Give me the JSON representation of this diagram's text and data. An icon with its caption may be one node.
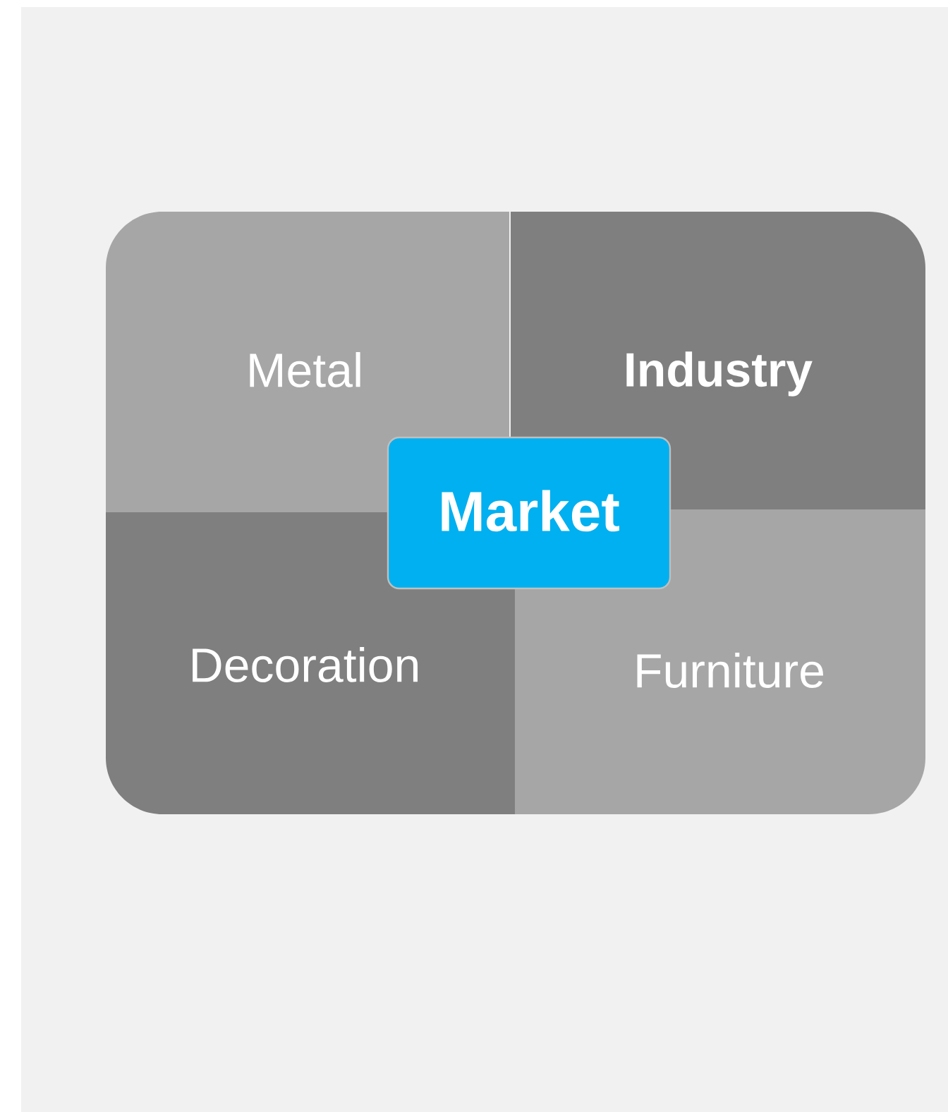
{
  "diagram": {
    "nodes": [
      {
        "text": [
          "Metal"
        ]
      },
      {
        "text": [
          "Industry"
        ]
      },
      {
        "text": [
          "Market"
        ]
      },
      {
        "text": [
          "Decoration"
        ]
      },
      {
        "text": [
          "Furniture"
        ]
      }
    ]
  }
}
